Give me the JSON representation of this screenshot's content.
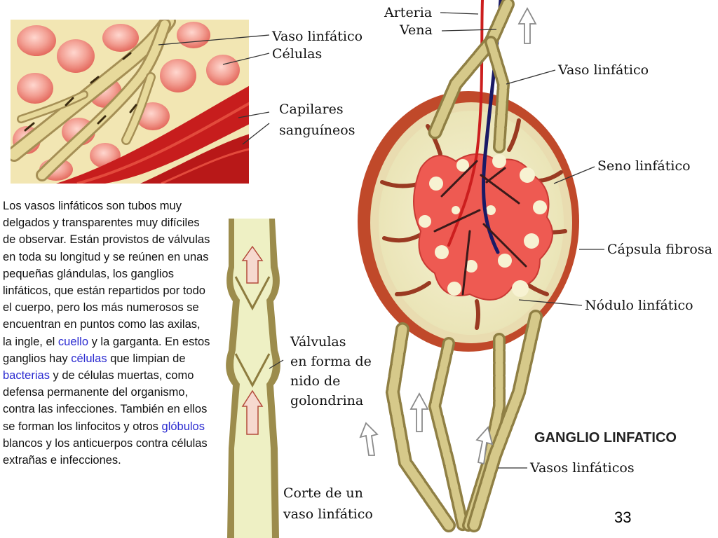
{
  "inset_labels": {
    "vaso_linfatico": "Vaso linfático",
    "celulas": "Células",
    "capilares_1": "Capilares",
    "capilares_2": "sanguíneos"
  },
  "vessel_labels": {
    "valvulas_1": "Válvulas",
    "valvulas_2": "en forma de",
    "valvulas_3": "nido de",
    "valvulas_4": "golondrina",
    "corte_1": "Corte de un",
    "corte_2": "vaso linfático"
  },
  "node_labels": {
    "arteria": "Arteria",
    "vena": "Vena",
    "vaso_linfatico": "Vaso linfático",
    "seno": "Seno linfático",
    "capsula": "Cápsula fibrosa",
    "nodulo": "Nódulo linfático",
    "vasos": "Vasos linfáticos"
  },
  "title": "GANGLIO LINFATICO",
  "page_number": "33",
  "paragraph": {
    "t1": "Los vasos linfáticos son tubos muy delgados y transparentes muy difíciles de observar. Están provistos de válvulas en toda su longitud y se reúnen en unas pequeñas glándulas, los ganglios linfáticos, que están repartidos por todo el cuerpo, pero los más numerosos se encuentran en puntos como las axilas, la ingle, el ",
    "link1": "cuello",
    "t2": " y la garganta. En estos ganglios hay ",
    "link2": "células",
    "t3": " que limpian de ",
    "link3": "bacterias",
    "t4": " y de células muertas, como defensa permanente del organismo, contra las infecciones. También en ellos se forman los linfocitos y otros ",
    "link4": "glóbulos",
    "t5": " blancos y los anticuerpos contra células extrañas e infecciones."
  },
  "colors": {
    "inset_bg": "#f4e8b8",
    "cell": "#f29a8e",
    "lymph_vessel": "#d9c98a",
    "lymph_vessel_dark": "#a8975a",
    "capillary": "#c81e1e",
    "capsule": "#c0492a",
    "node_inner": "#f7f2d2",
    "nodule": "#ee5a52",
    "link": "#2a2ad0"
  }
}
